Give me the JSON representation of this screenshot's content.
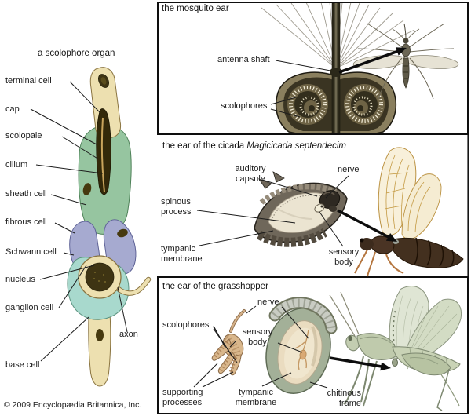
{
  "copyright": "© 2009 Encyclopædia Britannica, Inc.",
  "colors": {
    "background": "#ffffff",
    "panel_border": "#0e0e0e",
    "leader_line": "#1c1c1c",
    "cell_cream": "#ede0b0",
    "sheath_green": "#96c5a0",
    "fibrous_purple": "#a6aad0",
    "schwann_teal": "#a8d9cd",
    "nucleus_dark": "#3e3413",
    "cicada_wing": "#f8f0da",
    "grasshopper_green": "#c9d3b6"
  },
  "scolophore_panel": {
    "title": "a scolophore organ",
    "labels": {
      "terminal_cell": "terminal cell",
      "cap": "cap",
      "scolopale": "scolopale",
      "cilium": "cilium",
      "sheath_cell": "sheath cell",
      "fibrous_cell": "fibrous cell",
      "schwann_cell": "Schwann cell",
      "nucleus": "nucleus",
      "ganglion_cell": "ganglion cell",
      "axon": "axon",
      "base_cell": "base cell"
    }
  },
  "mosquito_panel": {
    "title": "the mosquito ear",
    "labels": {
      "antenna_shaft": "antenna shaft",
      "scolophores": "scolophores"
    }
  },
  "cicada_panel": {
    "title_regular": "the ear of the cicada ",
    "title_italic": "Magicicada septendecim",
    "labels": {
      "auditory_capsule": "auditory capsule",
      "nerve": "nerve",
      "spinous_process": "spinous process",
      "tympanic_membrane": "tympanic membrane",
      "sensory_body": "sensory body"
    }
  },
  "grasshopper_panel": {
    "title": "the ear of the grasshopper",
    "labels": {
      "scolophores": "scolophores",
      "nerve": "nerve",
      "sensory_body": "sensory body",
      "supporting_processes": "supporting processes",
      "tympanic_membrane": "tympanic membrane",
      "chitinous_frame": "chitinous frame"
    }
  }
}
